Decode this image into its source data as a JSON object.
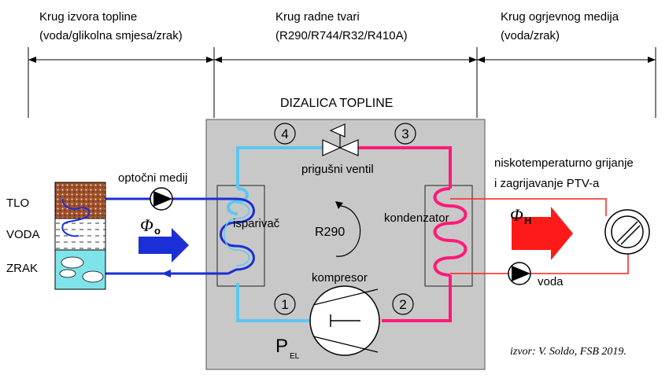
{
  "sections": {
    "source": {
      "line1": "Krug izvora topline",
      "line2": "(voda/glikolna smjesa/zrak)"
    },
    "working": {
      "line1": "Krug radne tvari",
      "line2": "(R290/R744/R32/R410A)"
    },
    "heating": {
      "line1": "Krug ogrjevnog medija",
      "line2": "(voda/zrak)"
    }
  },
  "heat_pump_title": "DIZALICA TOPLINE",
  "components": {
    "evaporator": "isparivač",
    "condenser": "kondenzator",
    "compressor": "kompresor",
    "throttle": "prigušni ventil",
    "refrigerant": "R290",
    "circ_medium": "optočni medij",
    "water": "voda",
    "heating_line1": "niskotemperaturno grijanje",
    "heating_line2": "i zagrijavanje PTV-a"
  },
  "sources": {
    "ground": "TLO",
    "water": "VODA",
    "air": "ZRAK"
  },
  "state_points": [
    "1",
    "2",
    "3",
    "4"
  ],
  "phi_o": {
    "symbol": "Φ",
    "sub": "o"
  },
  "phi_h": {
    "symbol": "Φ",
    "sub": "H"
  },
  "power": {
    "symbol": "P",
    "sub": "EL"
  },
  "source_credit": "izvor: V. Soldo, FSB 2019.",
  "colors": {
    "cold": "#5bc8f0",
    "hot": "#ff1a7a",
    "source_loop": "#1a2fd6",
    "heat_loop": "#ff2020",
    "box": "#c8c8c8"
  }
}
